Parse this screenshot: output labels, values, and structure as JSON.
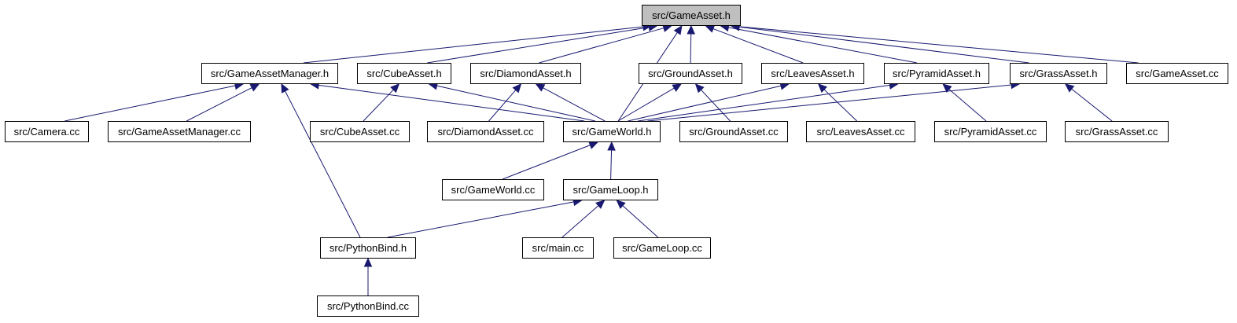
{
  "diagram": {
    "type": "include-dependency-graph",
    "colors": {
      "edge": "#191970",
      "node_border": "#000000",
      "root_fill": "#bfbfbf",
      "node_fill": "#ffffff"
    },
    "nodes": [
      {
        "id": "gameasset_h",
        "label": "src/GameAsset.h",
        "root": true
      },
      {
        "id": "gameassetmanager_h",
        "label": "src/GameAssetManager.h"
      },
      {
        "id": "cubeasset_h",
        "label": "src/CubeAsset.h"
      },
      {
        "id": "diamondasset_h",
        "label": "src/DiamondAsset.h"
      },
      {
        "id": "groundasset_h",
        "label": "src/GroundAsset.h"
      },
      {
        "id": "leavesasset_h",
        "label": "src/LeavesAsset.h"
      },
      {
        "id": "pyramidasset_h",
        "label": "src/PyramidAsset.h"
      },
      {
        "id": "grassasset_h",
        "label": "src/GrassAsset.h"
      },
      {
        "id": "gameasset_cc",
        "label": "src/GameAsset.cc"
      },
      {
        "id": "camera_cc",
        "label": "src/Camera.cc"
      },
      {
        "id": "gameassetmanager_cc",
        "label": "src/GameAssetManager.cc"
      },
      {
        "id": "cubeasset_cc",
        "label": "src/CubeAsset.cc"
      },
      {
        "id": "diamondasset_cc",
        "label": "src/DiamondAsset.cc"
      },
      {
        "id": "gameworld_h",
        "label": "src/GameWorld.h"
      },
      {
        "id": "groundasset_cc",
        "label": "src/GroundAsset.cc"
      },
      {
        "id": "leavesasset_cc",
        "label": "src/LeavesAsset.cc"
      },
      {
        "id": "pyramidasset_cc",
        "label": "src/PyramidAsset.cc"
      },
      {
        "id": "grassasset_cc",
        "label": "src/GrassAsset.cc"
      },
      {
        "id": "gameworld_cc",
        "label": "src/GameWorld.cc"
      },
      {
        "id": "gameloop_h",
        "label": "src/GameLoop.h"
      },
      {
        "id": "pythonbind_h",
        "label": "src/PythonBind.h"
      },
      {
        "id": "main_cc",
        "label": "src/main.cc"
      },
      {
        "id": "gameloop_cc",
        "label": "src/GameLoop.cc"
      },
      {
        "id": "pythonbind_cc",
        "label": "src/PythonBind.cc"
      }
    ],
    "edges": [
      {
        "from": "gameassetmanager_h",
        "to": "gameasset_h"
      },
      {
        "from": "cubeasset_h",
        "to": "gameasset_h"
      },
      {
        "from": "diamondasset_h",
        "to": "gameasset_h"
      },
      {
        "from": "gameworld_h",
        "to": "gameasset_h"
      },
      {
        "from": "groundasset_h",
        "to": "gameasset_h"
      },
      {
        "from": "leavesasset_h",
        "to": "gameasset_h"
      },
      {
        "from": "pyramidasset_h",
        "to": "gameasset_h"
      },
      {
        "from": "grassasset_h",
        "to": "gameasset_h"
      },
      {
        "from": "gameasset_cc",
        "to": "gameasset_h"
      },
      {
        "from": "camera_cc",
        "to": "gameassetmanager_h"
      },
      {
        "from": "gameassetmanager_cc",
        "to": "gameassetmanager_h"
      },
      {
        "from": "gameworld_h",
        "to": "gameassetmanager_h"
      },
      {
        "from": "pythonbind_h",
        "to": "gameassetmanager_h"
      },
      {
        "from": "cubeasset_cc",
        "to": "cubeasset_h"
      },
      {
        "from": "gameworld_h",
        "to": "cubeasset_h"
      },
      {
        "from": "diamondasset_cc",
        "to": "diamondasset_h"
      },
      {
        "from": "gameworld_h",
        "to": "diamondasset_h"
      },
      {
        "from": "gameworld_h",
        "to": "groundasset_h"
      },
      {
        "from": "groundasset_cc",
        "to": "groundasset_h"
      },
      {
        "from": "gameworld_h",
        "to": "leavesasset_h"
      },
      {
        "from": "leavesasset_cc",
        "to": "leavesasset_h"
      },
      {
        "from": "gameworld_h",
        "to": "pyramidasset_h"
      },
      {
        "from": "pyramidasset_cc",
        "to": "pyramidasset_h"
      },
      {
        "from": "gameworld_h",
        "to": "grassasset_h"
      },
      {
        "from": "grassasset_cc",
        "to": "grassasset_h"
      },
      {
        "from": "gameworld_cc",
        "to": "gameworld_h"
      },
      {
        "from": "gameloop_h",
        "to": "gameworld_h"
      },
      {
        "from": "pythonbind_h",
        "to": "gameloop_h"
      },
      {
        "from": "main_cc",
        "to": "gameloop_h"
      },
      {
        "from": "gameloop_cc",
        "to": "gameloop_h"
      },
      {
        "from": "pythonbind_cc",
        "to": "pythonbind_h"
      }
    ]
  }
}
